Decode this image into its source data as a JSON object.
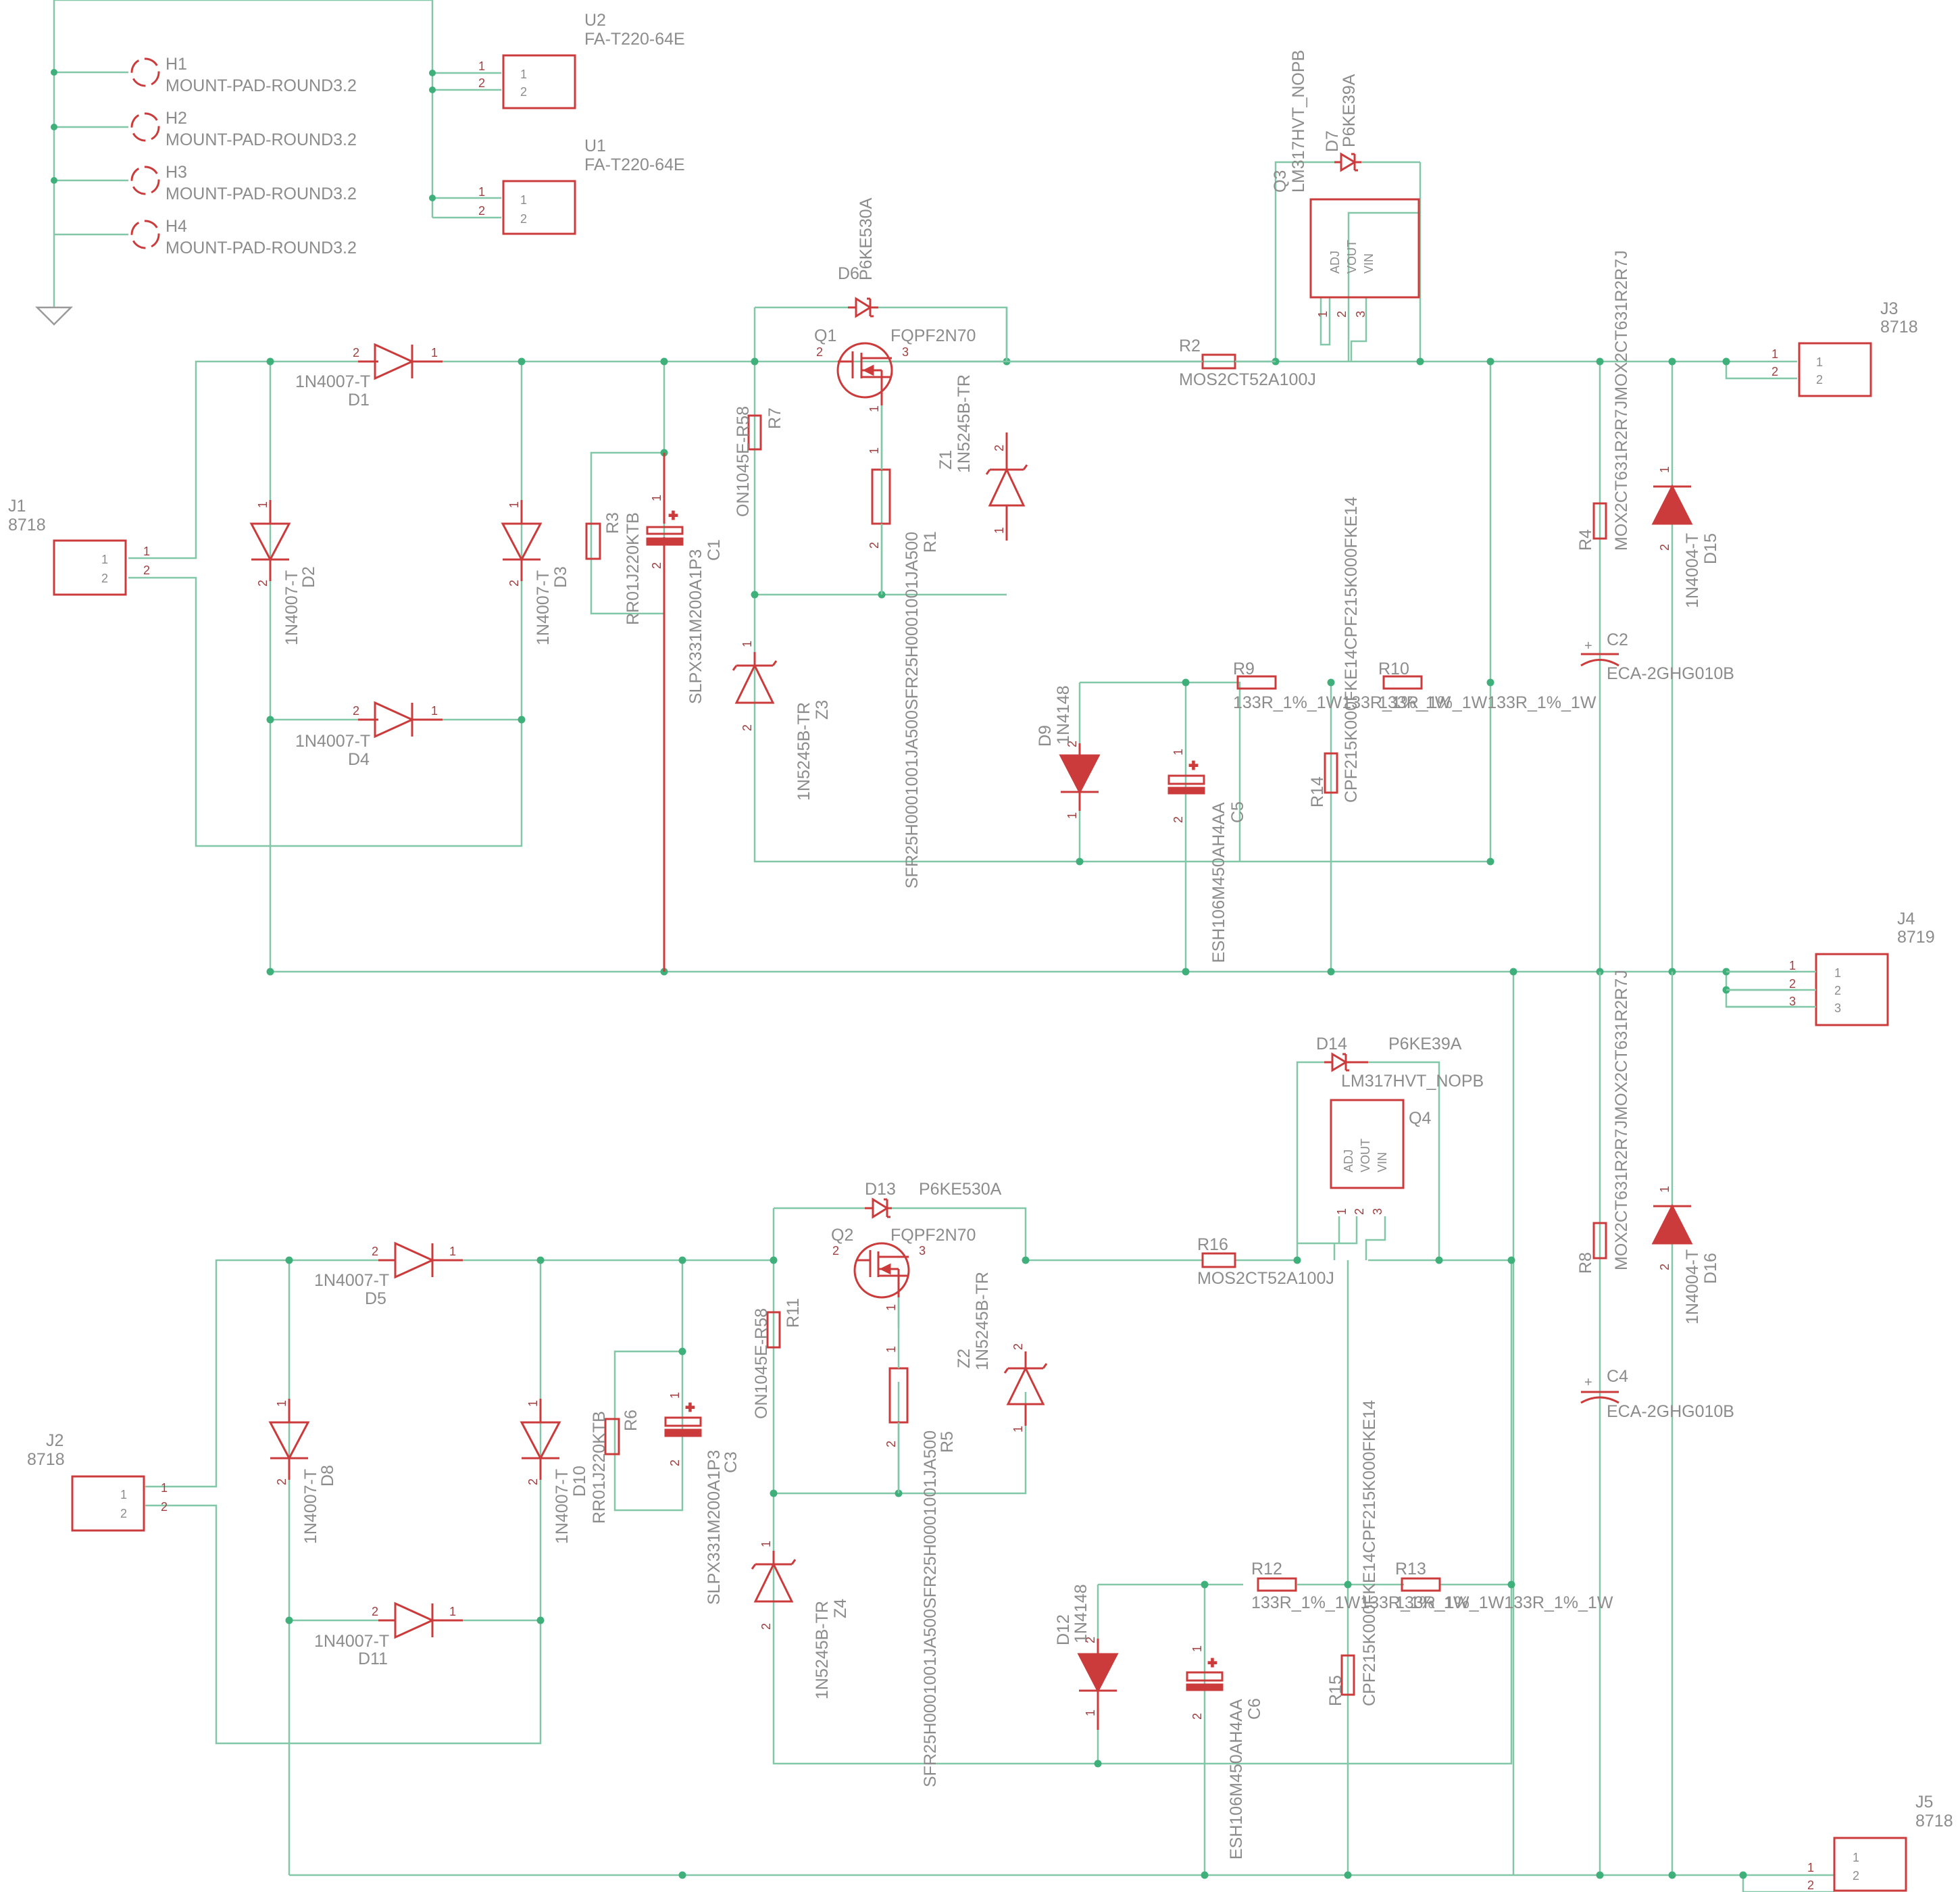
{
  "holes": [
    {
      "ref": "H1",
      "value": "MOUNT-PAD-ROUND3.2"
    },
    {
      "ref": "H2",
      "value": "MOUNT-PAD-ROUND3.2"
    },
    {
      "ref": "H3",
      "value": "MOUNT-PAD-ROUND3.2"
    },
    {
      "ref": "H4",
      "value": "MOUNT-PAD-ROUND3.2"
    }
  ],
  "heatsinks": [
    {
      "ref": "U2",
      "value": "FA-T220-64E"
    },
    {
      "ref": "U1",
      "value": "FA-T220-64E"
    }
  ],
  "connectors": {
    "J1": {
      "ref": "J1",
      "value": "8718"
    },
    "J2": {
      "ref": "J2",
      "value": "8718"
    },
    "J3": {
      "ref": "J3",
      "value": "8718"
    },
    "J4": {
      "ref": "J4",
      "value": "8719"
    },
    "J5": {
      "ref": "J5",
      "value": "8718"
    }
  },
  "pins": {
    "p1": "1",
    "p2": "2",
    "p3": "3"
  },
  "regulator_pins": {
    "adj": "ADJ",
    "vout": "VOUT",
    "vin": "VIN"
  },
  "upper": {
    "D1": {
      "ref": "D1",
      "value": "1N4007-T"
    },
    "D2": {
      "ref": "D2",
      "value": "1N4007-T"
    },
    "D3": {
      "ref": "D3",
      "value": "1N4007-T"
    },
    "D4": {
      "ref": "D4",
      "value": "1N4007-T"
    },
    "R3": {
      "ref": "R3",
      "value": "RR01J220KTB"
    },
    "C1": {
      "ref": "C1",
      "value": "SLPX331M200A1P3"
    },
    "R7": {
      "ref": "R7",
      "value": "ON1045E-R58"
    },
    "Z3": {
      "ref": "Z3",
      "value": "1N5245B-TR"
    },
    "Q1": {
      "ref": "Q1",
      "value": "FQPF2N70"
    },
    "D6": {
      "ref": "D6",
      "value": "P6KE530A"
    },
    "R1": {
      "ref": "R1",
      "value": "SFR25H0001001JA500SFR25H0001001JA500"
    },
    "Z1": {
      "ref": "Z1",
      "value": "1N5245B-TR"
    },
    "R2": {
      "ref": "R2",
      "value": "MOS2CT52A100J"
    },
    "Q3": {
      "ref": "Q3",
      "value": "LM317HVT_NOPB"
    },
    "D7": {
      "ref": "D7",
      "value": "P6KE39A"
    },
    "D9": {
      "ref": "D9",
      "value": "1N4148"
    },
    "C5": {
      "ref": "C5",
      "value": "ESH106M450AH4AA"
    },
    "R9": {
      "ref": "R9",
      "value": "133R_1%_1W133R_1%_1W"
    },
    "R10": {
      "ref": "R10",
      "value": "133R_1%_1W133R_1%_1W"
    },
    "R14": {
      "ref": "R14",
      "value": "CPF215K000FKE14CPF215K000FKE14"
    },
    "R4": {
      "ref": "R4",
      "value": "MOX2CT631R2R7JMOX2CT631R2R7J"
    },
    "C2": {
      "ref": "C2",
      "value": "ECA-2GHG010B"
    },
    "D15": {
      "ref": "D15",
      "value": "1N4004-T"
    }
  },
  "lower": {
    "D5": {
      "ref": "D5",
      "value": "1N4007-T"
    },
    "D8": {
      "ref": "D8",
      "value": "1N4007-T"
    },
    "D10": {
      "ref": "D10",
      "value": "1N4007-T"
    },
    "D11": {
      "ref": "D11",
      "value": "1N4007-T"
    },
    "R6": {
      "ref": "R6",
      "value": "RR01J220KTB"
    },
    "C3": {
      "ref": "C3",
      "value": "SLPX331M200A1P3"
    },
    "R11": {
      "ref": "R11",
      "value": "ON1045E-R58"
    },
    "Z4": {
      "ref": "Z4",
      "value": "1N5245B-TR"
    },
    "Q2": {
      "ref": "Q2",
      "value": "FQPF2N70"
    },
    "D13": {
      "ref": "D13",
      "value": "P6KE530A"
    },
    "R5": {
      "ref": "R5",
      "value": "SFR25H0001001JA500SFR25H0001001JA500"
    },
    "Z2": {
      "ref": "Z2",
      "value": "1N5245B-TR"
    },
    "R16": {
      "ref": "R16",
      "value": "MOS2CT52A100J"
    },
    "Q4": {
      "ref": "Q4",
      "value": "LM317HVT_NOPB"
    },
    "D14": {
      "ref": "D14",
      "value": "P6KE39A"
    },
    "D12": {
      "ref": "D12",
      "value": "1N4148"
    },
    "C6": {
      "ref": "C6",
      "value": "ESH106M450AH4AA"
    },
    "R12": {
      "ref": "R12",
      "value": "133R_1%_1W133R_1%_1W"
    },
    "R13": {
      "ref": "R13",
      "value": "133R_1%_1W133R_1%_1W"
    },
    "R15": {
      "ref": "R15",
      "value": "CPF215K000FKE14CPF215K000FKE14"
    },
    "R8": {
      "ref": "R8",
      "value": "MOX2CT631R2R7JMOX2CT631R2R7J"
    },
    "C4": {
      "ref": "C4",
      "value": "ECA-2GHG010B"
    },
    "D16": {
      "ref": "D16",
      "value": "1N4004-T"
    }
  },
  "colors": {
    "wire": "#82c8a8",
    "junction": "#3fb07a",
    "part": "#cc3b3b",
    "text": "#8c8c8c",
    "background": "#ffffff"
  }
}
